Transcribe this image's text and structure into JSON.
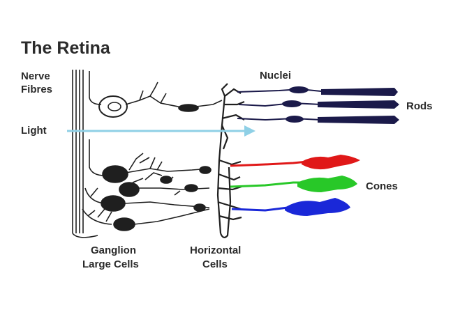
{
  "title": "The Retina",
  "labels": {
    "nerve_fibres_line1": "Nerve",
    "nerve_fibres_line2": "Fibres",
    "light": "Light",
    "nuclei": "Nuclei",
    "rods": "Rods",
    "cones": "Cones",
    "ganglion_line1": "Ganglion",
    "ganglion_line2": "Large Cells",
    "horizontal_line1": "Horizontal",
    "horizontal_line2": "Cells"
  },
  "colors": {
    "neuron": "#1f1f1f",
    "rod": "#1b1a4a",
    "cone_red": "#e01818",
    "cone_green": "#28c828",
    "cone_blue": "#1a28d8",
    "light_arrow": "#8fd0e6"
  }
}
